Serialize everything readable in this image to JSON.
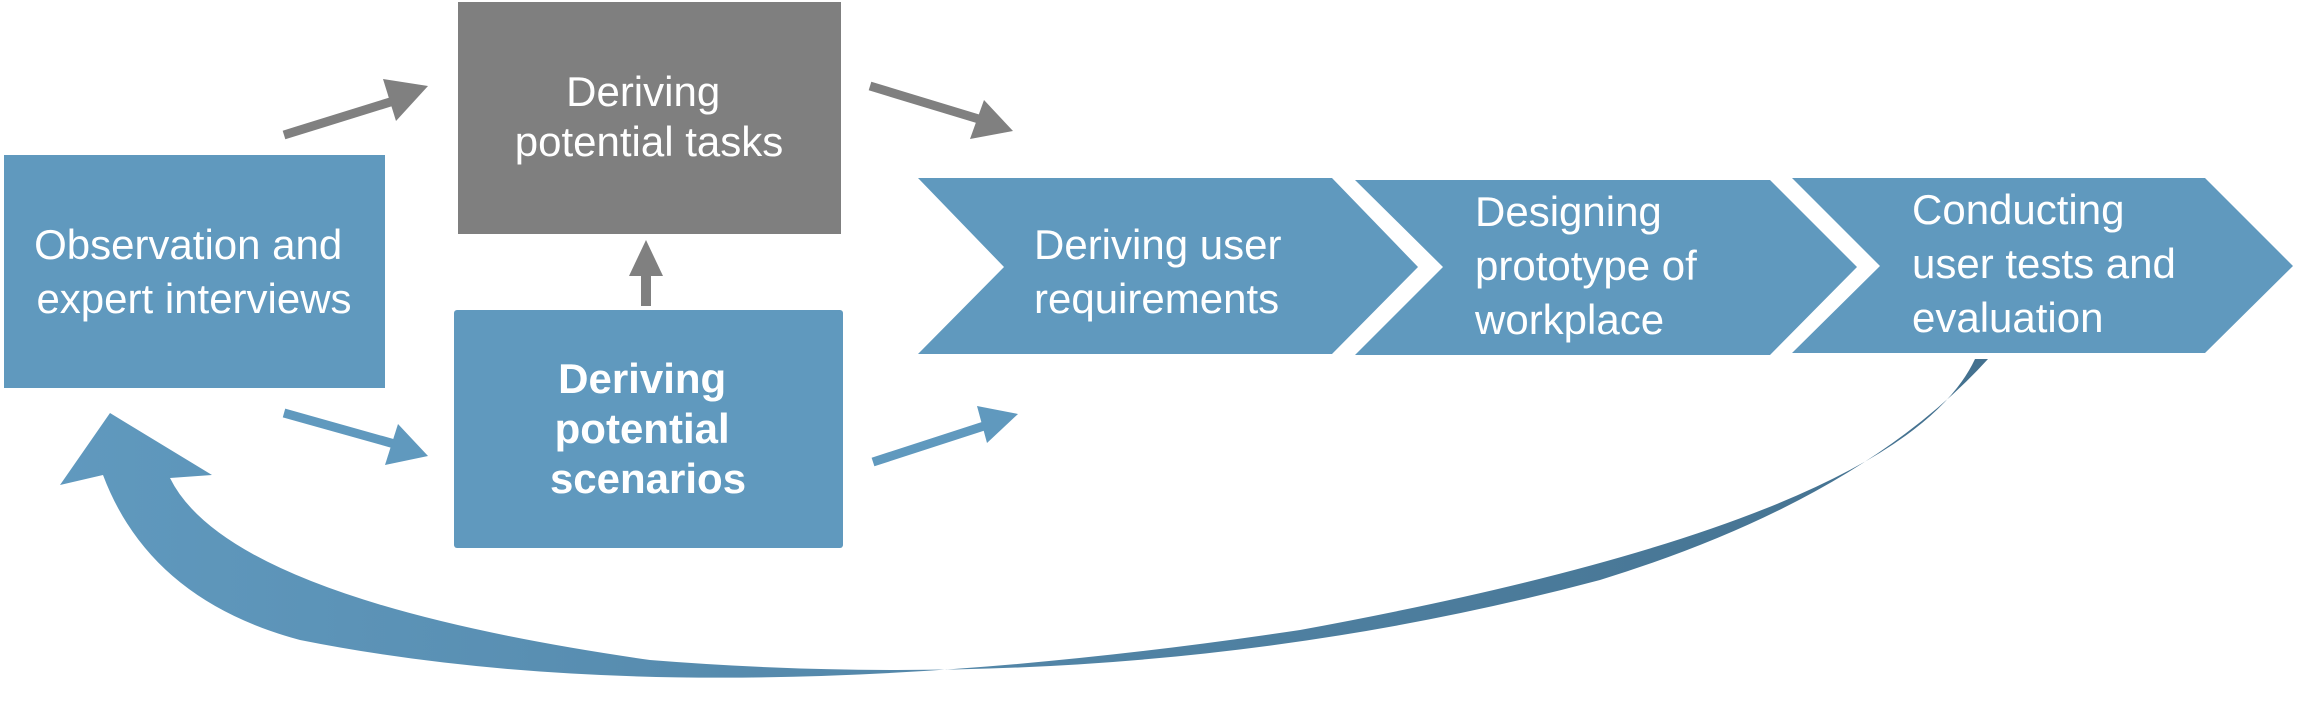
{
  "colors": {
    "blue": "#6099be",
    "gray": "#7f7f7f",
    "gray_arrow": "#808080",
    "feedback_dark": "#44718f",
    "text": "#ffffff",
    "background": "#ffffff"
  },
  "boxes": {
    "observation": {
      "lines": [
        "Observation and",
        "expert interviews"
      ]
    },
    "tasks": {
      "lines": [
        "Deriving",
        "potential tasks"
      ]
    },
    "scenarios": {
      "lines": [
        "Deriving",
        "potential",
        "scenarios"
      ]
    }
  },
  "chevrons": [
    {
      "lines": [
        "Deriving user",
        "requirements"
      ]
    },
    {
      "lines": [
        "Designing",
        "prototype of",
        "workplace"
      ]
    },
    {
      "lines": [
        "Conducting",
        "user tests and",
        "evaluation"
      ]
    }
  ],
  "icons": {
    "connector_arrow": "arrow-icon",
    "feedback_arrow": "curved-arrow-icon"
  }
}
